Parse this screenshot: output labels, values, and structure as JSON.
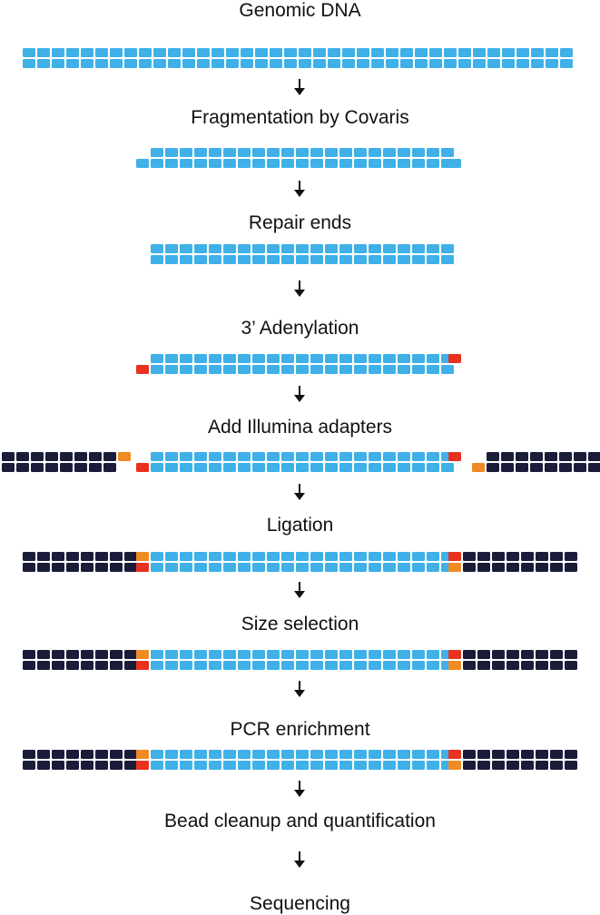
{
  "colors": {
    "dna": "#3fb0e8",
    "adapter": "#1a1c3a",
    "a_overhang": "#e8321e",
    "t_overhang": "#f08a22"
  },
  "steps": [
    {
      "label": "Genomic DNA"
    },
    {
      "label": "Fragmentation by Covaris"
    },
    {
      "label": "Repair ends"
    },
    {
      "label": "3’ Adenylation"
    },
    {
      "label": "Add Illumina adapters"
    },
    {
      "label": "Ligation"
    },
    {
      "label": "Size selection"
    },
    {
      "label": "PCR enrichment"
    },
    {
      "label": "Bead cleanup and quantification"
    },
    {
      "label": "Sequencing"
    }
  ],
  "icons": {
    "arrow": "down-arrow-icon"
  }
}
